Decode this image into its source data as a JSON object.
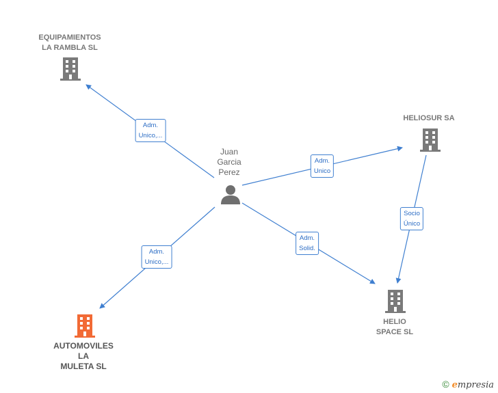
{
  "nodes": {
    "person": {
      "label": "Juan\nGarcia\nPerez"
    },
    "equipamientos": {
      "label": "EQUIPAMIENTOS\nLA RAMBLA SL"
    },
    "heliosur": {
      "label": "HELIOSUR SA"
    },
    "automoviles": {
      "label": "AUTOMOVILES\nLA\nMULETA  SL"
    },
    "helio_space": {
      "label": "HELIO\nSPACE  SL"
    }
  },
  "edges": [
    {
      "from": "person",
      "to": "equipamientos",
      "label": "Adm.\nUnico,..."
    },
    {
      "from": "person",
      "to": "heliosur",
      "label": "Adm.\nUnico"
    },
    {
      "from": "person",
      "to": "automoviles",
      "label": "Adm.\nUnico,..."
    },
    {
      "from": "person",
      "to": "helio_space",
      "label": "Adm.\nSolid."
    },
    {
      "from": "heliosur",
      "to": "helio_space",
      "label": "Socio\nÚnico"
    }
  ],
  "colors": {
    "edge": "#3f7fd0",
    "building": "#7a7a7a",
    "focus_building": "#f26a35"
  },
  "footer": {
    "copyright": "©",
    "brand": "mpresia",
    "brand_initial": "e"
  }
}
